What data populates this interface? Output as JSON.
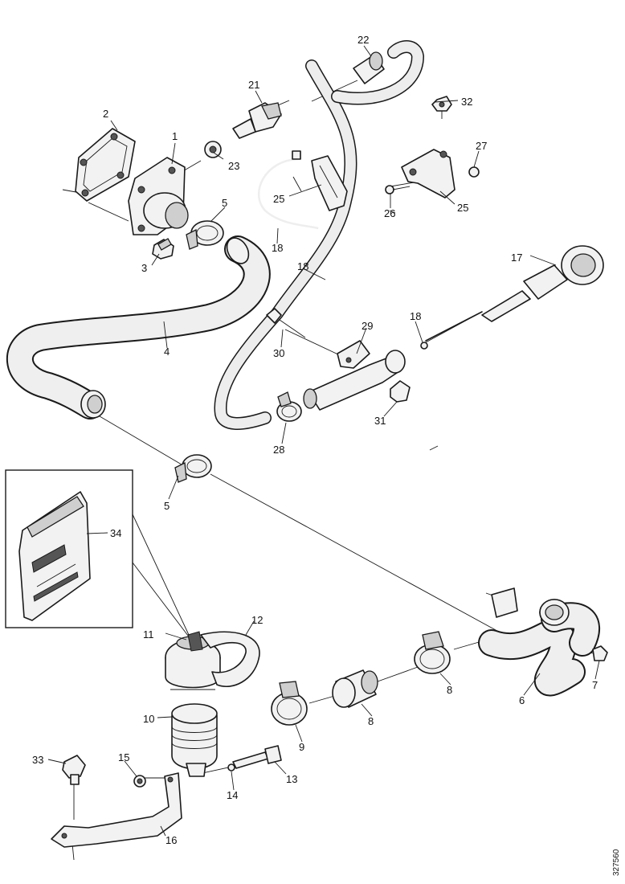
{
  "callouts": {
    "c1": "1",
    "c2": "2",
    "c3": "3",
    "c4": "4",
    "c5a": "5",
    "c5b": "5",
    "c6": "6",
    "c7": "7",
    "c8a": "8",
    "c8b": "8",
    "c9": "9",
    "c10": "10",
    "c11": "11",
    "c12": "12",
    "c13": "13",
    "c14": "14",
    "c15": "15",
    "c16": "16",
    "c17": "17",
    "c18a": "18",
    "c18b": "18",
    "c18c": "18",
    "c21": "21",
    "c22": "22",
    "c23": "23",
    "c25a": "25",
    "c25b": "25",
    "c26": "26",
    "c27": "27",
    "c28": "28",
    "c29": "29",
    "c30": "30",
    "c31": "31",
    "c32": "32",
    "c33": "33",
    "c34": "34"
  },
  "reference_number": "327560"
}
